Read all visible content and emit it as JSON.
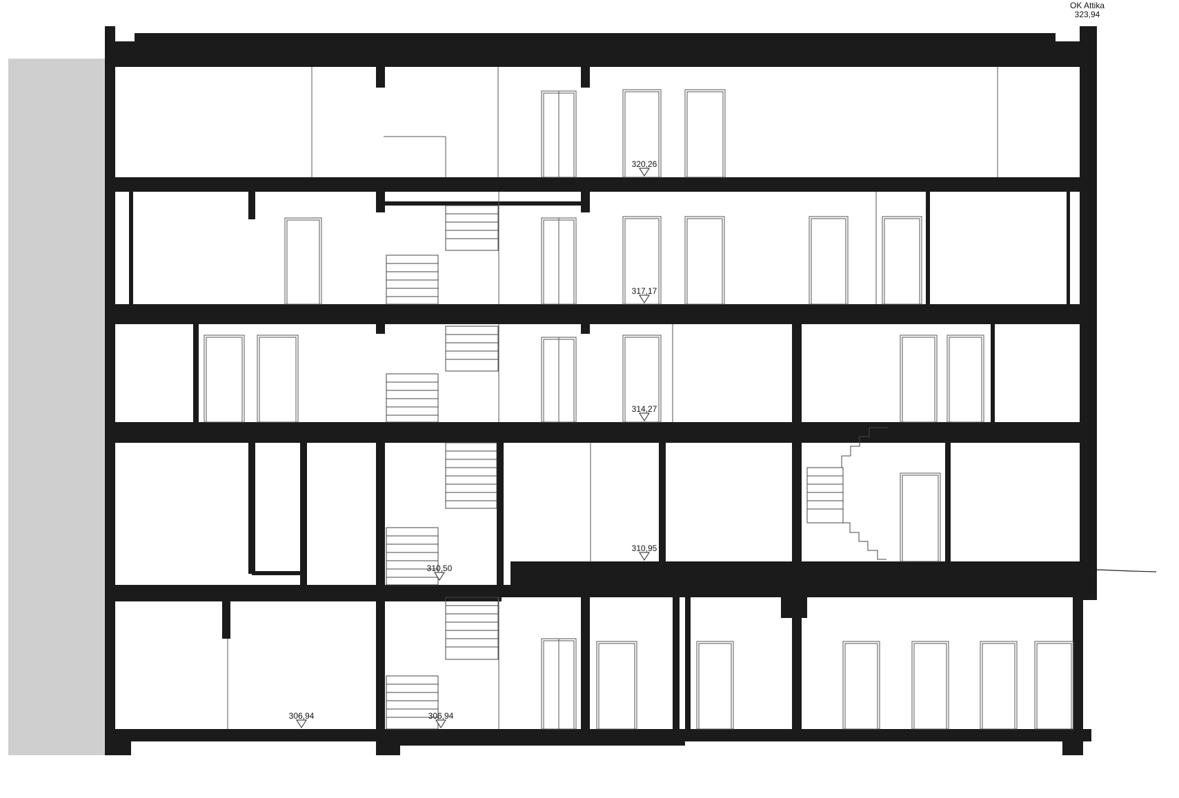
{
  "drawing": {
    "attika_label": "OK Attika",
    "attika_level": "323,94"
  },
  "levels": [
    "320,26",
    "317,17",
    "314,27",
    "310,95",
    "310,50",
    "306,94",
    "306,94"
  ]
}
